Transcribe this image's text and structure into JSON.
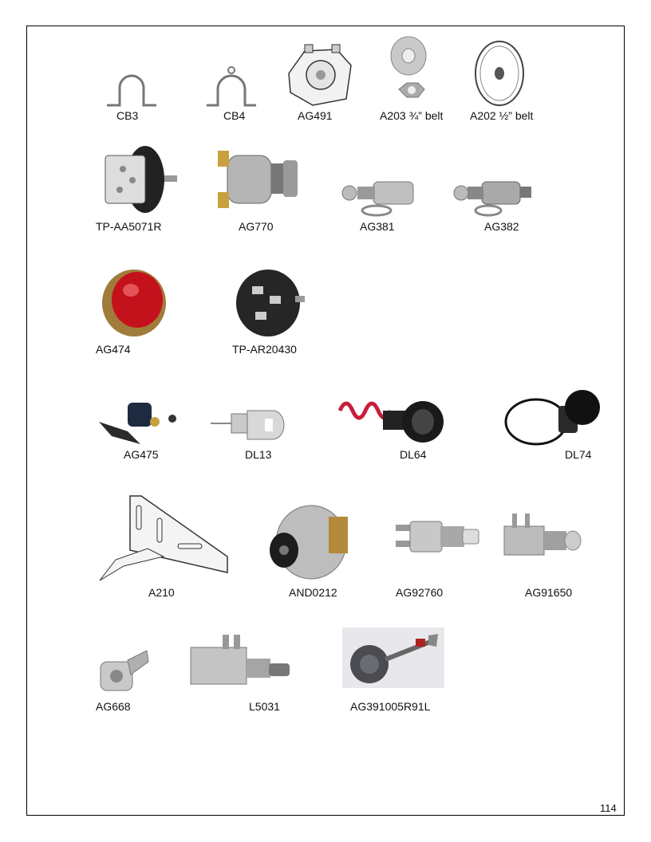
{
  "parts": {
    "cb3": "CB3",
    "cb4": "CB4",
    "ag491": "AG491",
    "a203": "A203 ¾” belt",
    "a202": "A202 ½” belt",
    "tp_aa5071r": "TP-AA5071R",
    "ag770": "AG770",
    "ag381": "AG381",
    "ag382": "AG382",
    "ag474": "AG474",
    "tp_ar20430": "TP-AR20430",
    "ag475": "AG475",
    "dl13": "DL13",
    "dl64": "DL64",
    "dl74": "DL74",
    "a210": "A210",
    "and0212": "AND0212",
    "ag92760": "AG92760",
    "ag91650": "AG91650",
    "ag668": "AG668",
    "l5031": "L5031",
    "ag391005r91l": "AG391005R91L"
  },
  "page_number": "114",
  "colors": {
    "metal": "#b8b8b8",
    "dark": "#2a2a2a",
    "red_lens": "#c4121c",
    "brass": "#a07c3c",
    "coil": "#c81e3c",
    "outline": "#555555"
  }
}
